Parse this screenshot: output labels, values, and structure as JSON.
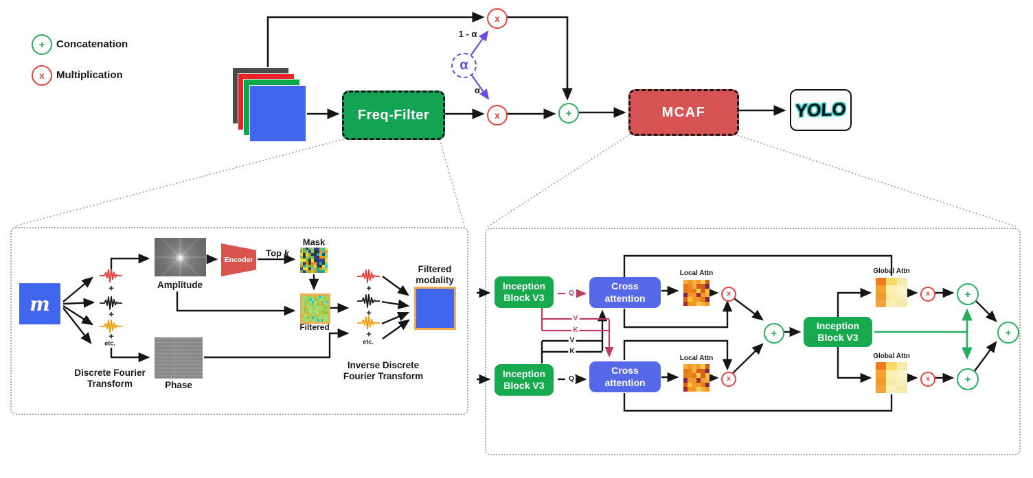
{
  "legend": {
    "items": [
      {
        "symbol": "+",
        "label": "Concatenation"
      },
      {
        "symbol": "x",
        "label": "Multiplication"
      }
    ]
  },
  "top_flow": {
    "freq_filter": "Freq-Filter",
    "mcaf": "MCAF",
    "yolo": "YOLO",
    "alpha": "α",
    "alpha_weight_top": "1 - α",
    "alpha_weight_bottom": "α",
    "mult_symbol": "x",
    "concat_symbol": "+"
  },
  "freq_panel": {
    "modality": "m",
    "amplitude": "Amplitude",
    "phase": "Phase",
    "encoder": "Encoder",
    "top_k_prefix": "Top ",
    "top_k_var": "k",
    "mask": "Mask",
    "filtered": "Filtered",
    "dft_line1": "Discrete Fourier",
    "dft_line2": "Transform",
    "idft_line1": "Inverse Discrete",
    "idft_line2": "Fourier Transform",
    "filtered_modality_line1": "Filtered",
    "filtered_modality_line2": "modality",
    "plus": "+",
    "etc": "etc."
  },
  "mcaf_panel": {
    "inception_line1": "Inception",
    "inception_line2": "Block V3",
    "cross_line1": "Cross",
    "cross_line2": "attention",
    "q": "Q",
    "v": "V",
    "k": "K",
    "local_attn": "Local Attn",
    "global_attn": "Global Attn",
    "mult_symbol": "x",
    "concat_symbol": "+"
  },
  "colors": {
    "green_block": "#17A94E",
    "freq_filter_green": "#12A452",
    "mcaf_red": "#D85454",
    "cross_attention_blue": "#5468E8",
    "modality_blue": "#4166EE",
    "concat_green": "#27AE60",
    "mult_red": "#E8413C",
    "alpha_purple": "#6B4BDB",
    "qkv_crimson": "#C13B60",
    "stack_colors": [
      "#4B4B4B",
      "#EC2227",
      "#0BA94E",
      "#4166EE"
    ],
    "wavelet_colors": [
      "#E53935",
      "#1A1A1A",
      "#F59E0B"
    ],
    "filtered_border_orange": "#F5A94F"
  },
  "textures": {
    "local_attn": {
      "rows": 6,
      "cols": 6,
      "seed": 9,
      "palette": [
        "#F2961F",
        "#F6AE3C",
        "#E87B16",
        "#F5C33B",
        "#9E2B33",
        "#7A2749",
        "#D95E18",
        "#F3CE5A",
        "#EF9A2B",
        "#F0841F"
      ]
    },
    "global_attn": {
      "grid": [
        [
          "#F07B1E",
          "#F6D867",
          "#F5E9AC"
        ],
        [
          "#F5A430",
          "#FAF0B2",
          "#FAF3C8"
        ],
        [
          "#F0992D",
          "#F8ECA8",
          "#F8EFC2"
        ],
        [
          "#F2A43A",
          "#FAEFB4",
          "#F6E9B0"
        ]
      ]
    },
    "mask": {
      "rows": 9,
      "cols": 10,
      "seed": 3,
      "palette": [
        "#7CB342",
        "#8BC34A",
        "#26C6DA",
        "#2E3A46",
        "#303F9F",
        "#FDD835",
        "#FB8C00",
        "#9CCC65",
        "#2E3A46",
        "#26A69A"
      ]
    },
    "filtered": {
      "rows": 10,
      "cols": 11,
      "seed": 5,
      "palette": [
        "#9CD65F",
        "#A5D96B",
        "#93D055",
        "#A5D96B",
        "#26C6DA",
        "#F9A825",
        "#9CD65F",
        "#A5D96B",
        "#8BC34A",
        "#AEDD7A"
      ]
    }
  }
}
